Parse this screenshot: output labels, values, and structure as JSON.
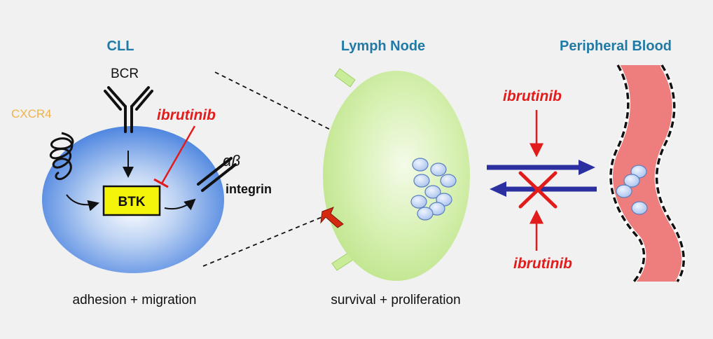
{
  "headings": {
    "cll": "CLL",
    "lymph_node": "Lymph Node",
    "peripheral_blood": "Peripheral Blood"
  },
  "cell": {
    "bcr": "BCR",
    "cxcr4": "CXCR4",
    "btk": "BTK",
    "integrin_symbol": "αβ",
    "integrin": "integrin",
    "drug": "ibrutinib"
  },
  "captions": {
    "cll": "adhesion + migration",
    "lymph_node": "survival + proliferation"
  },
  "traffic": {
    "drug_top": "ibrutinib",
    "drug_bottom": "ibrutinib"
  },
  "colors": {
    "heading": "#1f7aa6",
    "cxcr4": "#f0b24a",
    "drug": "#e21b1b",
    "arrow_blue": "#2b2fa0",
    "btk_fill": "#f4f40a",
    "cell_fill": "#4f86e0",
    "node_fill": "#c9ec98",
    "vessel_fill": "#f08080",
    "lymphocyte": "#b3c9ef"
  }
}
